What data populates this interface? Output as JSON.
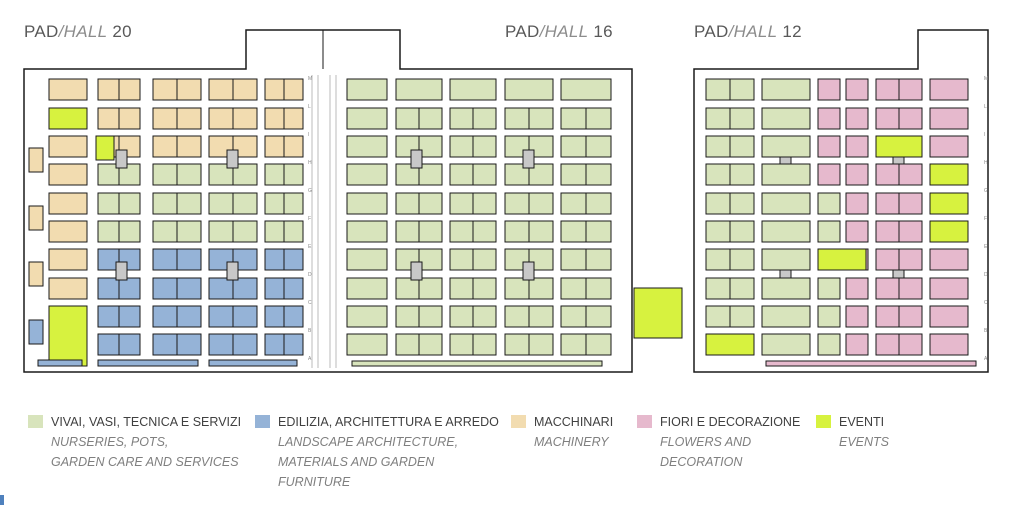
{
  "halls": [
    {
      "prefix": "PAD",
      "sep": "/",
      "hall": "HALL",
      "num": "20"
    },
    {
      "prefix": "PAD",
      "sep": "/",
      "hall": "HALL",
      "num": "16"
    },
    {
      "prefix": "PAD",
      "sep": "/",
      "hall": "HALL",
      "num": "12"
    }
  ],
  "colors": {
    "vivai": "#d8e4bc",
    "edilizia": "#95b3d7",
    "macchinari": "#f2dcb0",
    "fiori": "#e6b9cd",
    "eventi": "#d7f23f",
    "outline": "#1a1a1a"
  },
  "legend": [
    {
      "key": "vivai",
      "label": "VIVAI, VASI, TECNICA E SERVIZI",
      "sub": [
        "NURSERIES, POTS,",
        "GARDEN CARE AND SERVICES"
      ]
    },
    {
      "key": "edilizia",
      "label": "EDILIZIA, ARCHITETTURA E ARREDO",
      "sub": [
        "LANDSCAPE ARCHITECTURE,",
        "MATERIALS AND GARDEN",
        "FURNITURE"
      ]
    },
    {
      "key": "macchinari",
      "label": "MACCHINARI",
      "sub": [
        "MACHINERY"
      ]
    },
    {
      "key": "fiori",
      "label": "FIORI E DECORAZIONE",
      "sub": [
        "FLOWERS AND",
        "DECORATION"
      ]
    },
    {
      "key": "eventi",
      "label": "EVENTI",
      "sub": [
        "EVENTS"
      ]
    }
  ],
  "row_letters": [
    "M",
    "L",
    "I",
    "H",
    "G",
    "F",
    "E",
    "D",
    "C",
    "B",
    "A"
  ]
}
